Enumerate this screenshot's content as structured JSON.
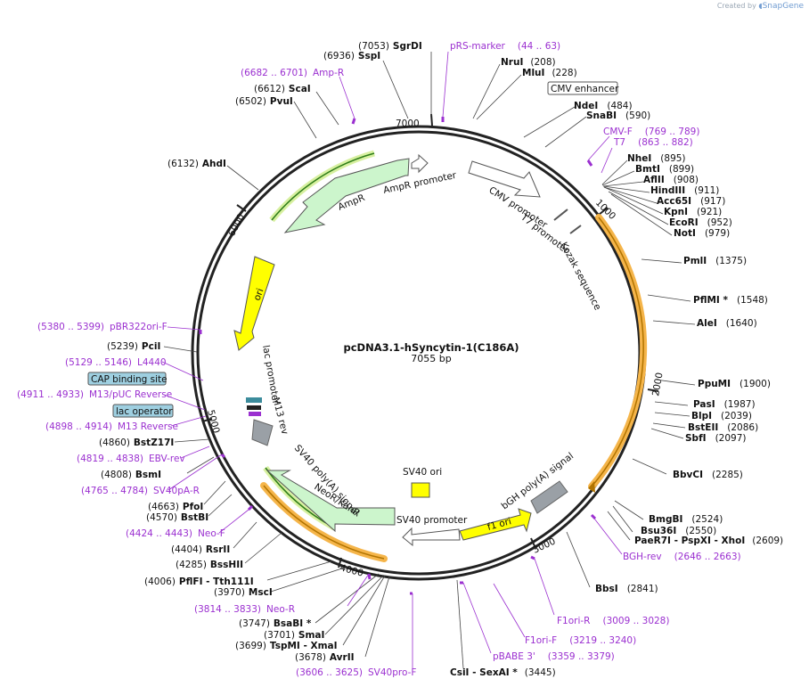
{
  "brand": {
    "prefix": "Created by",
    "name": "SnapGene"
  },
  "plasmid": {
    "name": "pcDNA3.1-hSyncytin-1(C186A)",
    "size": "7055 bp"
  },
  "ticks": [
    "1000",
    "2000",
    "3000",
    "4000",
    "5000",
    "6000",
    "7000"
  ],
  "features": [
    {
      "label": "CMV enhancer"
    },
    {
      "label": "CMV promoter"
    },
    {
      "label": "T7 promoter"
    },
    {
      "label": "Kozak sequence"
    },
    {
      "label": "bGH poly(A) signal"
    },
    {
      "label": "f1 ori"
    },
    {
      "label": "SV40 promoter"
    },
    {
      "label": "SV40 ori"
    },
    {
      "label": "NeoR/KanR"
    },
    {
      "label": "SV40 poly(A) signal"
    },
    {
      "label": "M13 rev"
    },
    {
      "label": "lac promoter"
    },
    {
      "label": "ori"
    },
    {
      "label": "AmpR"
    },
    {
      "label": "AmpR promoter"
    },
    {
      "label": "CAP binding site"
    },
    {
      "label": "lac operator"
    }
  ],
  "enzymes": [
    {
      "pos": "(7053)",
      "name": "SgrDI"
    },
    {
      "pos": "(6936)",
      "name": "SspI"
    },
    {
      "pos": "(6612)",
      "name": "ScaI"
    },
    {
      "pos": "(6502)",
      "name": "PvuI"
    },
    {
      "pos": "(6132)",
      "name": "AhdI"
    },
    {
      "pos": "(5239)",
      "name": "PciI"
    },
    {
      "pos": "(4860)",
      "name": "BstZ17I"
    },
    {
      "pos": "(4808)",
      "name": "BsmI"
    },
    {
      "pos": "(4663)",
      "name": "PfoI"
    },
    {
      "pos": "(4570)",
      "name": "BstBI"
    },
    {
      "pos": "(4404)",
      "name": "RsrII"
    },
    {
      "pos": "(4285)",
      "name": "BssHII"
    },
    {
      "pos": "(4006)",
      "name": "PflFI  -  Tth111I"
    },
    {
      "pos": "(3970)",
      "name": "MscI"
    },
    {
      "pos": "(3747)",
      "name": "BsaBI *"
    },
    {
      "pos": "(3701)",
      "name": "SmaI"
    },
    {
      "pos": "(3699)",
      "name": "TspMI  -  XmaI"
    },
    {
      "pos": "(3678)",
      "name": "AvrII"
    },
    {
      "pos": "(208)",
      "name": "NruI"
    },
    {
      "pos": "(228)",
      "name": "MluI"
    },
    {
      "pos": "(484)",
      "name": "NdeI"
    },
    {
      "pos": "(590)",
      "name": "SnaBI"
    },
    {
      "pos": "(895)",
      "name": "NheI"
    },
    {
      "pos": "(899)",
      "name": "BmtI"
    },
    {
      "pos": "(908)",
      "name": "AflII"
    },
    {
      "pos": "(911)",
      "name": "HindIII"
    },
    {
      "pos": "(917)",
      "name": "Acc65I"
    },
    {
      "pos": "(921)",
      "name": "KpnI"
    },
    {
      "pos": "(952)",
      "name": "EcoRI"
    },
    {
      "pos": "(979)",
      "name": "NotI"
    },
    {
      "pos": "(1375)",
      "name": "PmlI"
    },
    {
      "pos": "(1548)",
      "name": "PflMI *"
    },
    {
      "pos": "(1640)",
      "name": "AleI"
    },
    {
      "pos": "(1900)",
      "name": "PpuMI"
    },
    {
      "pos": "(1987)",
      "name": "PasI"
    },
    {
      "pos": "(2039)",
      "name": "BlpI"
    },
    {
      "pos": "(2086)",
      "name": "BstEII"
    },
    {
      "pos": "(2097)",
      "name": "SbfI"
    },
    {
      "pos": "(2285)",
      "name": "BbvCI"
    },
    {
      "pos": "(2524)",
      "name": "BmgBI"
    },
    {
      "pos": "(2550)",
      "name": "Bsu36I"
    },
    {
      "pos": "(2609)",
      "name": "PaeR7I  -  PspXI  -  XhoI"
    },
    {
      "pos": "(2841)",
      "name": "BbsI"
    },
    {
      "pos": "(3445)",
      "name": "CsiI  -  SexAI *"
    }
  ],
  "primers": [
    {
      "name": "pRS-marker",
      "range": "(44 .. 63)"
    },
    {
      "name": "Amp-R",
      "range": "(6682 .. 6701)"
    },
    {
      "name": "CMV-F",
      "range": "(769 .. 789)"
    },
    {
      "name": "T7",
      "range": "(863 .. 882)"
    },
    {
      "name": "pBR322ori-F",
      "range": "(5380 .. 5399)"
    },
    {
      "name": "L4440",
      "range": "(5129 .. 5146)"
    },
    {
      "name": "M13/pUC Reverse",
      "range": "(4911 .. 4933)"
    },
    {
      "name": "M13 Reverse",
      "range": "(4898 .. 4914)"
    },
    {
      "name": "EBV-rev",
      "range": "(4819 .. 4838)"
    },
    {
      "name": "SV40pA-R",
      "range": "(4765 .. 4784)"
    },
    {
      "name": "Neo-F",
      "range": "(4424 .. 4443)"
    },
    {
      "name": "Neo-R",
      "range": "(3814 .. 3833)"
    },
    {
      "name": "SV40pro-F",
      "range": "(3606 .. 3625)"
    },
    {
      "name": "BGH-rev",
      "range": "(2646 .. 2663)"
    },
    {
      "name": "F1ori-R",
      "range": "(3009 .. 3028)"
    },
    {
      "name": "F1ori-F",
      "range": "(3219 .. 3240)"
    },
    {
      "name": "pBABE 3'",
      "range": "(3359 .. 3379)"
    }
  ],
  "colors": {
    "primer": "#9b30d0",
    "ori": "#ffff00",
    "resistance": "#ccf5cc",
    "polyA": "#9aa0a6",
    "insert_outline": "#f5b54a",
    "lacop": "#9ecfe0"
  }
}
